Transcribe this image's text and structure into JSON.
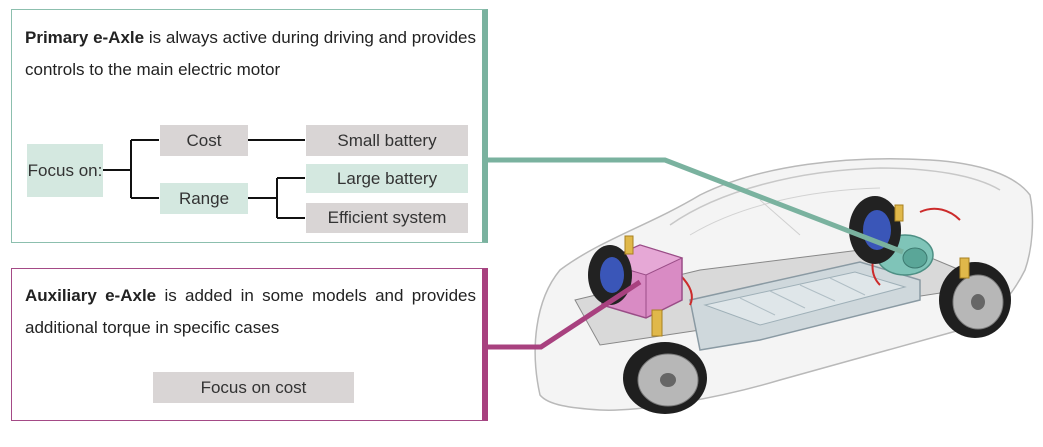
{
  "primary": {
    "title": "Primary e-Axle",
    "description": "is always active during driving and provides controls to the main electric motor",
    "focus_label": "Focus on:",
    "branches": {
      "cost": "Cost",
      "range": "Range",
      "small_battery": "Small battery",
      "large_battery": "Large battery",
      "efficient_system": "Efficient system"
    }
  },
  "auxiliary": {
    "title": "Auxiliary e-Axle",
    "description": "is added in some models and provides additional torque in specific cases",
    "focus": "Focus on cost"
  },
  "colors": {
    "primary_accent": "#7ab29f",
    "auxiliary_accent": "#a8417f",
    "box_grey": "#d9d5d5",
    "box_green": "#d4e8e0"
  }
}
